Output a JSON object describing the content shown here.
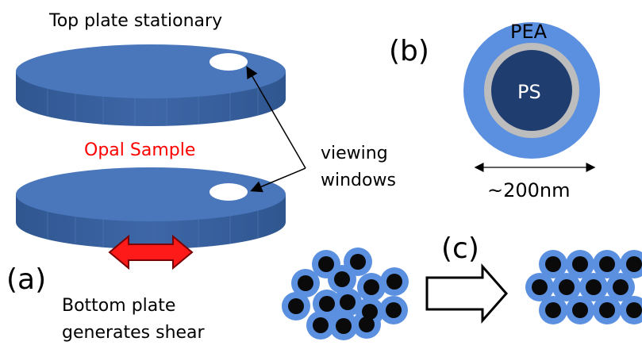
{
  "labels": {
    "top_plate": "Top plate stationary",
    "opal_sample": "Opal Sample",
    "viewing_windows_line1": "viewing",
    "viewing_windows_line2": "windows",
    "panel_a": "(a)",
    "bottom_plate_line1": "Bottom plate",
    "bottom_plate_line2": "generates shear",
    "panel_b": "(b)",
    "pea": "PEA",
    "ps": "PS",
    "size": "~200nm",
    "panel_c": "(c)"
  },
  "colors": {
    "plate_top": "#4a77bb",
    "plate_side": "#37609f",
    "pea_shell": "#5b8fe0",
    "ps_core": "#1f3d6e",
    "interlayer": "#bdbdbd",
    "particle_core": "#0a0a0a",
    "shear_arrow": "#ff1a1a",
    "opal_label": "#ff0000"
  }
}
